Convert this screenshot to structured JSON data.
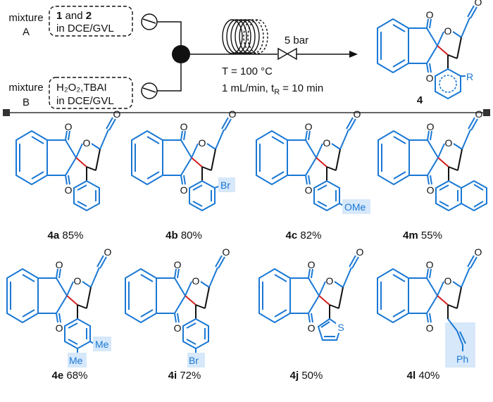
{
  "flow": {
    "mixture_a": {
      "label_line1": "mixture",
      "label_line2": "A",
      "box_line1_bold": "1",
      "box_line1_mid": " and ",
      "box_line1_bold2": "2",
      "box_line2": "in DCE/GVL"
    },
    "mixture_b": {
      "label_line1": "mixture",
      "label_line2": "B",
      "box_line1": "H₂O₂,TBAI",
      "box_line2": "in DCE/GVL"
    },
    "pressure": "5 bar",
    "conditions": [
      "T = 100 °C",
      "1 mL/min, t",
      "R",
      " = 10 min"
    ],
    "product_label": "4",
    "substituent": "R"
  },
  "colors": {
    "blue": "#1a78d4",
    "red": "#d21f1f",
    "black": "#111111",
    "highlight": "#d6e8fa"
  },
  "atoms": {
    "oxygen": "O",
    "bromine": "Br",
    "methoxy": "OMe",
    "methyl": "Me",
    "sulfur": "S",
    "phenyl": "Ph"
  },
  "compounds": [
    {
      "id": "4a",
      "yield": "85%"
    },
    {
      "id": "4b",
      "yield": "80%"
    },
    {
      "id": "4c",
      "yield": "82%"
    },
    {
      "id": "4m",
      "yield": "55%"
    },
    {
      "id": "4e",
      "yield": "68%"
    },
    {
      "id": "4i",
      "yield": "72%"
    },
    {
      "id": "4j",
      "yield": "50%"
    },
    {
      "id": "4l",
      "yield": "40%"
    }
  ]
}
